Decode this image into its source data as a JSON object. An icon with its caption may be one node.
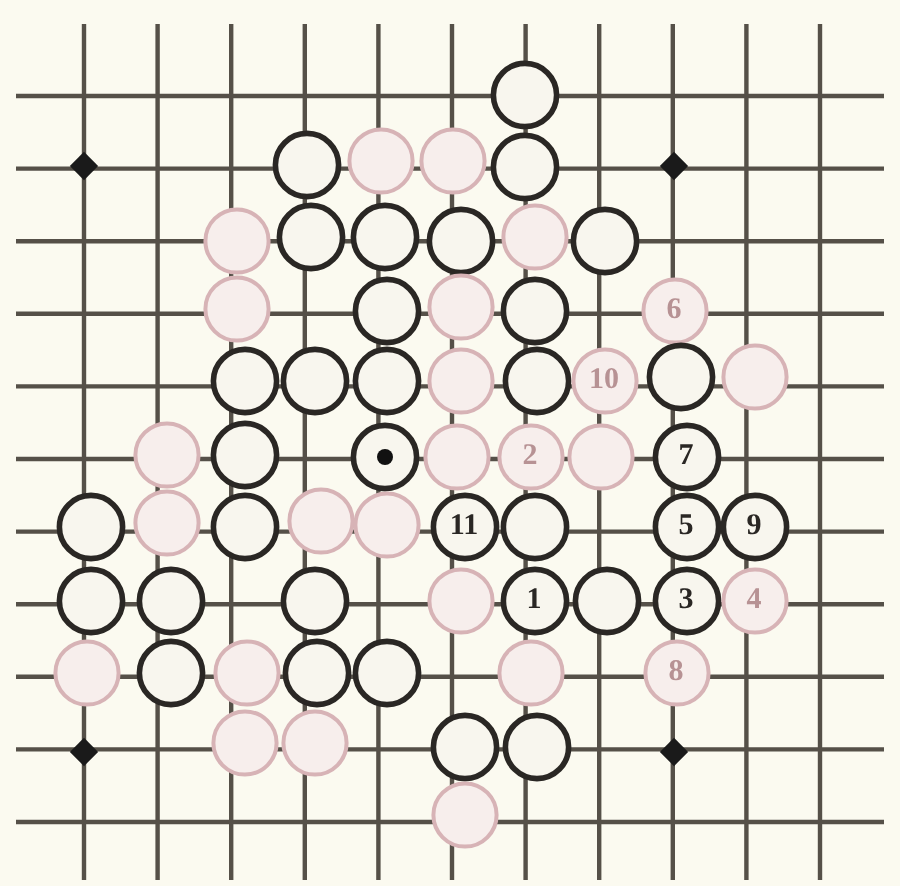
{
  "diagram": {
    "nodes": [
      {
        "text": [],
        "shape": "circle"
      },
      {
        "text": [],
        "shape": "circle"
      },
      {
        "text": [],
        "shape": "circle"
      },
      {
        "text": [],
        "shape": "circle"
      },
      {
        "text": [],
        "shape": "circle"
      },
      {
        "text": [],
        "shape": "circle"
      },
      {
        "text": [],
        "shape": "circle"
      },
      {
        "text": [],
        "shape": "circle"
      },
      {
        "text": [],
        "shape": "circle"
      },
      {
        "text": [],
        "shape": "circle"
      },
      {
        "text": [],
        "shape": "circle"
      },
      {
        "text": [],
        "shape": "circle"
      },
      {
        "text": [],
        "shape": "circle"
      },
      {
        "text": [],
        "shape": "circle"
      },
      {
        "text": [],
        "shape": "circle"
      },
      {
        "text": [
          "6"
        ]
      },
      {
        "text": [],
        "shape": "circle"
      },
      {
        "text": [],
        "shape": "circle"
      },
      {
        "text": [],
        "shape": "circle"
      },
      {
        "text": [],
        "shape": "circle"
      },
      {
        "text": [],
        "shape": "circle"
      },
      {
        "text": [
          "10"
        ]
      },
      {
        "text": [],
        "shape": "circle"
      },
      {
        "text": [],
        "shape": "circle"
      },
      {
        "text": [],
        "shape": "circle"
      },
      {
        "text": [],
        "shape": "circle"
      },
      {
        "text": [],
        "shape": "circle"
      },
      {
        "text": [],
        "shape": "circle"
      },
      {
        "text": [
          "2"
        ]
      },
      {
        "text": [],
        "shape": "circle"
      },
      {
        "text": [
          "7"
        ]
      },
      {
        "text": [],
        "shape": "circle"
      },
      {
        "text": [],
        "shape": "circle"
      },
      {
        "text": [],
        "shape": "circle"
      },
      {
        "text": [],
        "shape": "circle"
      },
      {
        "text": [],
        "shape": "circle"
      },
      {
        "text": [
          "11"
        ]
      },
      {
        "text": [],
        "shape": "circle"
      },
      {
        "text": [
          "5"
        ]
      },
      {
        "text": [
          "9"
        ]
      },
      {
        "text": [],
        "shape": "circle"
      },
      {
        "text": [],
        "shape": "circle"
      },
      {
        "text": [],
        "shape": "circle"
      },
      {
        "text": [],
        "shape": "circle"
      },
      {
        "text": [
          "1"
        ]
      },
      {
        "text": [],
        "shape": "circle"
      },
      {
        "text": [
          "3"
        ]
      },
      {
        "text": [
          "4"
        ]
      },
      {
        "text": [],
        "shape": "circle"
      },
      {
        "text": [],
        "shape": "circle"
      },
      {
        "text": [],
        "shape": "circle"
      },
      {
        "text": [],
        "shape": "circle"
      },
      {
        "text": [],
        "shape": "circle"
      },
      {
        "text": [],
        "shape": "circle"
      },
      {
        "text": [
          "8"
        ]
      },
      {
        "text": [],
        "shape": "circle"
      },
      {
        "text": [],
        "shape": "circle"
      },
      {
        "text": [],
        "shape": "circle"
      },
      {
        "text": [],
        "shape": "circle"
      },
      {
        "text": [],
        "shape": "circle"
      }
    ]
  }
}
